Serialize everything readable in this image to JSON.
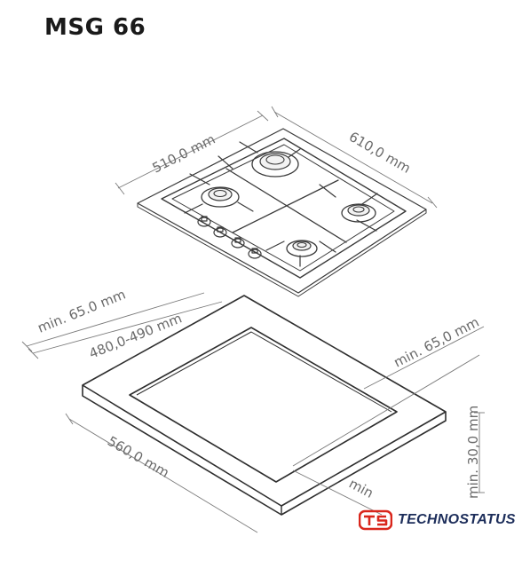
{
  "title": "MSG 66",
  "dimensions": {
    "hob_depth": "510,0 mm",
    "hob_width": "610,0 mm",
    "rear_clearance": "min. 65.0 mm",
    "cutout_depth": "480,0-490 mm",
    "side_clearance": "min. 65,0 mm",
    "cutout_width": "560,0 mm",
    "front_clearance": "min",
    "worktop_thickness": "min. 30,0 mm"
  },
  "brand": {
    "name": "TECHNOSTATUS",
    "color": "#1c2d5a",
    "accent": "#d9261c"
  }
}
